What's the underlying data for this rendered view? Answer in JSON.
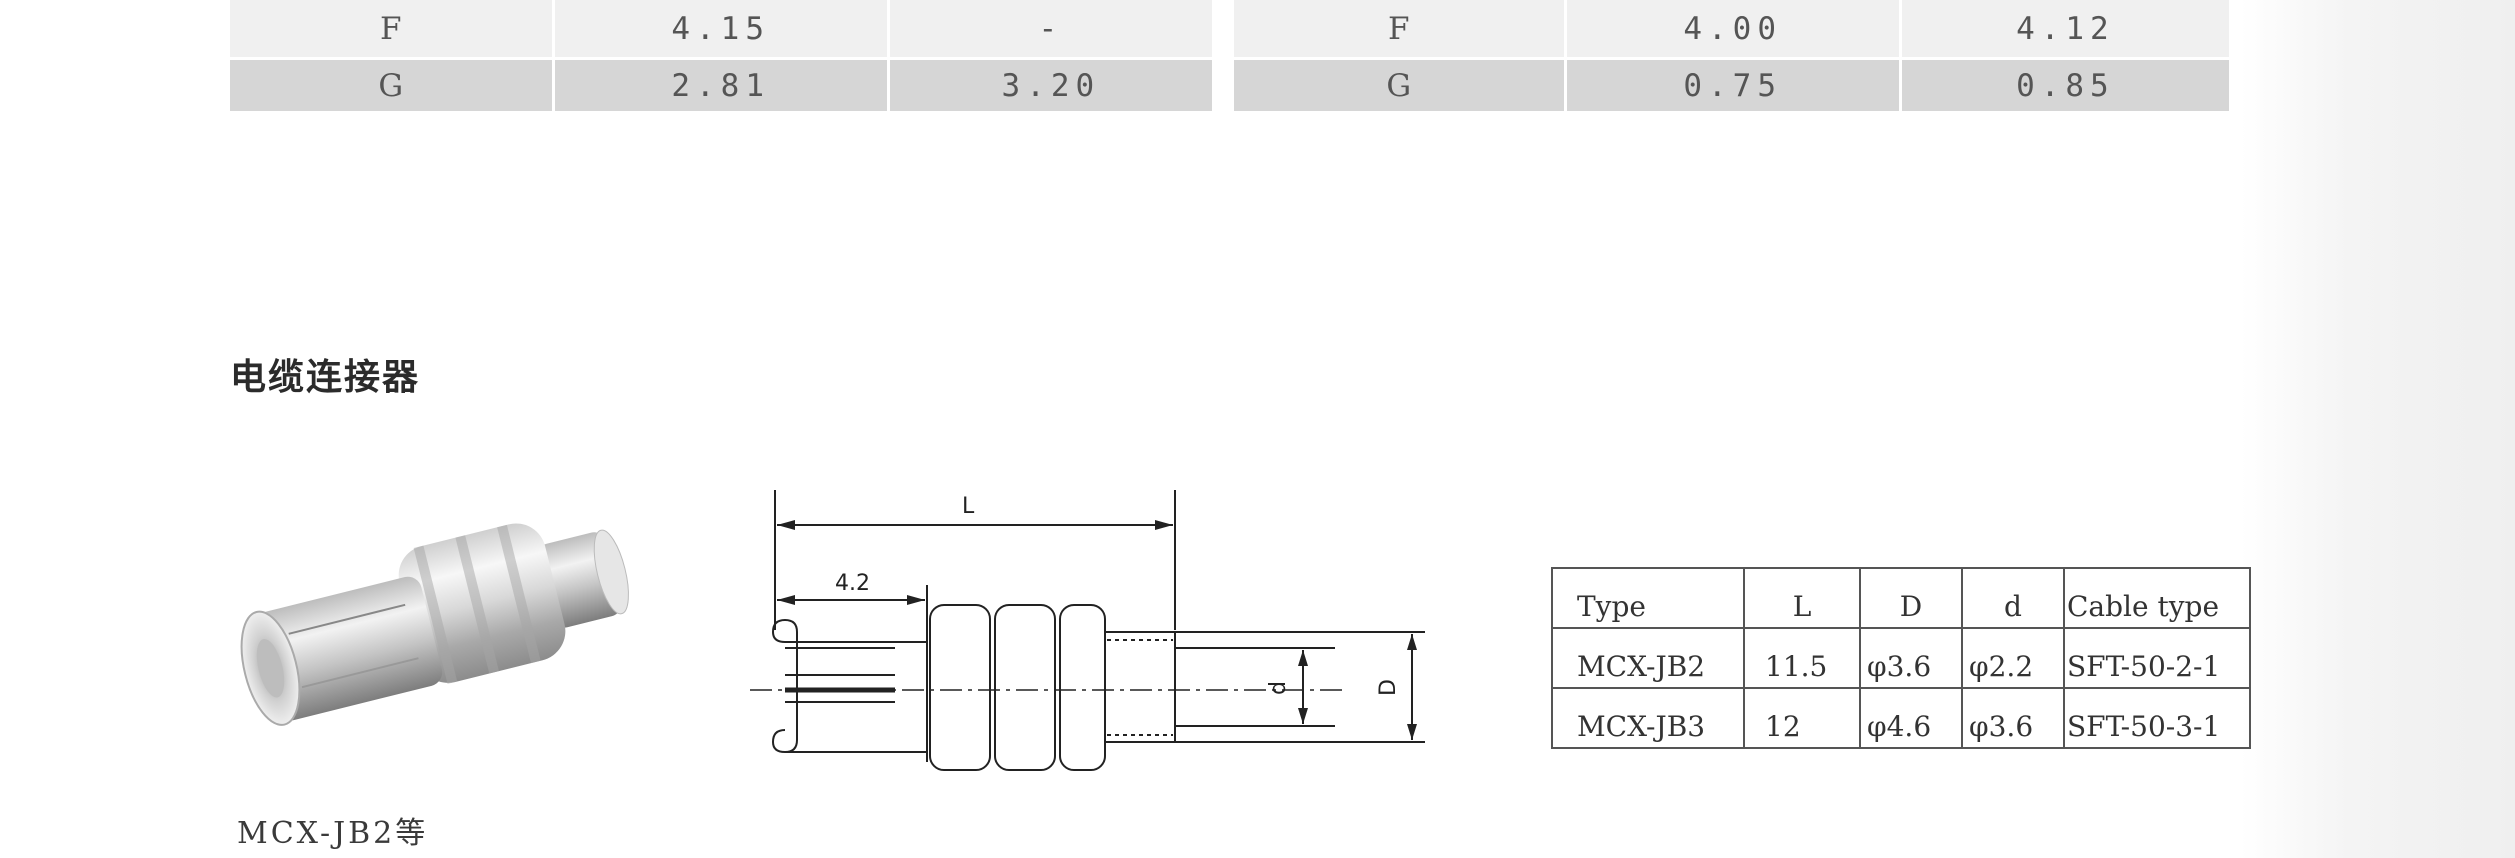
{
  "top_tables": {
    "left": {
      "rows": [
        {
          "label": "F",
          "v1": "4.15",
          "v2": "-"
        },
        {
          "label": "G",
          "v1": "2.81",
          "v2": "3.20"
        }
      ]
    },
    "right": {
      "rows": [
        {
          "label": "F",
          "v1": "4.00",
          "v2": "4.12"
        },
        {
          "label": "G",
          "v1": "0.75",
          "v2": "0.85"
        }
      ]
    }
  },
  "section": {
    "title": "电缆连接器"
  },
  "photo": {
    "caption": "MCX-JB2等"
  },
  "drawing": {
    "dim_length": "L",
    "dim_offset": "4.2",
    "dim_inner": "d",
    "dim_outer": "D"
  },
  "spec_table": {
    "headers": [
      "Type",
      "L",
      "D",
      "d",
      "Cable type"
    ],
    "rows": [
      [
        "MCX-JB2",
        "11.5",
        "φ3.6",
        "φ2.2",
        "SFT-50-2-1"
      ],
      [
        "MCX-JB3",
        "12",
        "φ4.6",
        "φ3.6",
        "SFT-50-3-1"
      ]
    ]
  }
}
